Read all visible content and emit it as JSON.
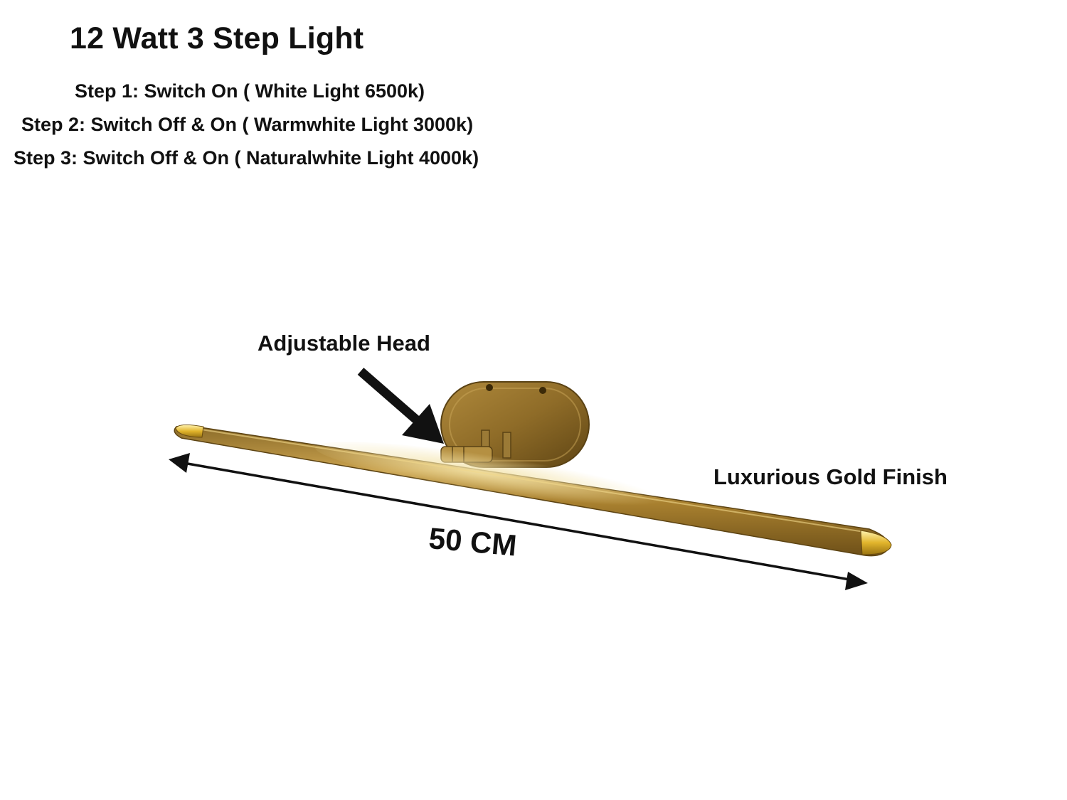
{
  "title": "12 Watt 3 Step Light",
  "steps": [
    "Step 1: Switch On ( White Light 6500k)",
    "Step 2: Switch Off & On ( Warmwhite Light 3000k)",
    "Step 3: Switch Off & On ( Naturalwhite Light 4000k)"
  ],
  "annotations": {
    "head": "Adjustable Head",
    "finish": "Luxurious Gold Finish",
    "length": "50 CM"
  },
  "colors": {
    "gold_dark": "#7a5a1e",
    "gold_mid": "#b8913f",
    "gold_light": "#e8d08a",
    "arrow": "#111111"
  },
  "icons": {
    "pointer": "arrow-pointer-icon",
    "dimension": "double-arrow-dimension-icon"
  }
}
